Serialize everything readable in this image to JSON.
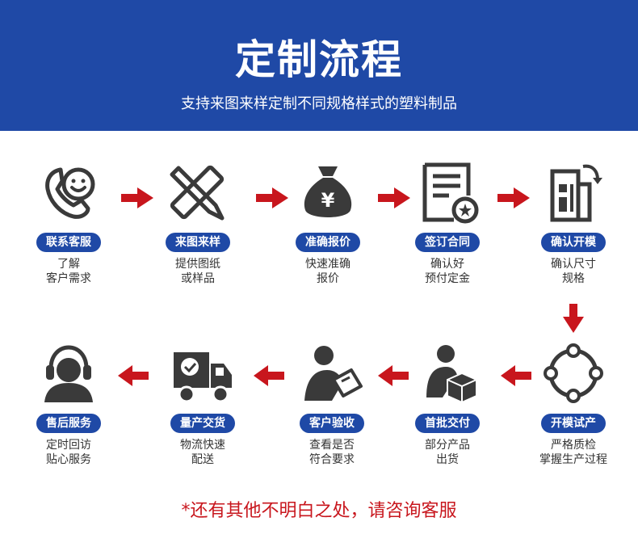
{
  "header": {
    "title": "定制流程",
    "subtitle": "支持来图来样定制不同规格样式的塑料制品"
  },
  "steps": [
    {
      "label": "联系客服",
      "desc": [
        "了解",
        "客户需求"
      ]
    },
    {
      "label": "来图来样",
      "desc": [
        "提供图纸",
        "或样品"
      ]
    },
    {
      "label": "准确报价",
      "desc": [
        "快速准确",
        "报价"
      ]
    },
    {
      "label": "签订合同",
      "desc": [
        "确认好",
        "预付定金"
      ]
    },
    {
      "label": "确认开模",
      "desc": [
        "确认尺寸",
        "规格"
      ]
    },
    {
      "label": "开模试产",
      "desc": [
        "严格质检",
        "掌握生产过程"
      ]
    },
    {
      "label": "首批交付",
      "desc": [
        "部分产品",
        "出货"
      ]
    },
    {
      "label": "客户验收",
      "desc": [
        "查看是否",
        "符合要求"
      ]
    },
    {
      "label": "量产交货",
      "desc": [
        "物流快速",
        "配送"
      ]
    },
    {
      "label": "售后服务",
      "desc": [
        "定时回访",
        "贴心服务"
      ]
    }
  ],
  "footer": {
    "note": "*还有其他不明白之处，请咨询客服"
  },
  "colors": {
    "brand_blue": "#1f49a6",
    "arrow_red": "#c8161d",
    "icon_dark": "#3a3a3a"
  },
  "icons": [
    "phone-smile-icon",
    "pencil-ruler-icon",
    "money-bag-icon",
    "contract-icon",
    "document-rotate-icon",
    "cycle-icon",
    "box-person-icon",
    "person-tablet-icon",
    "delivery-truck-icon",
    "customer-service-icon"
  ]
}
